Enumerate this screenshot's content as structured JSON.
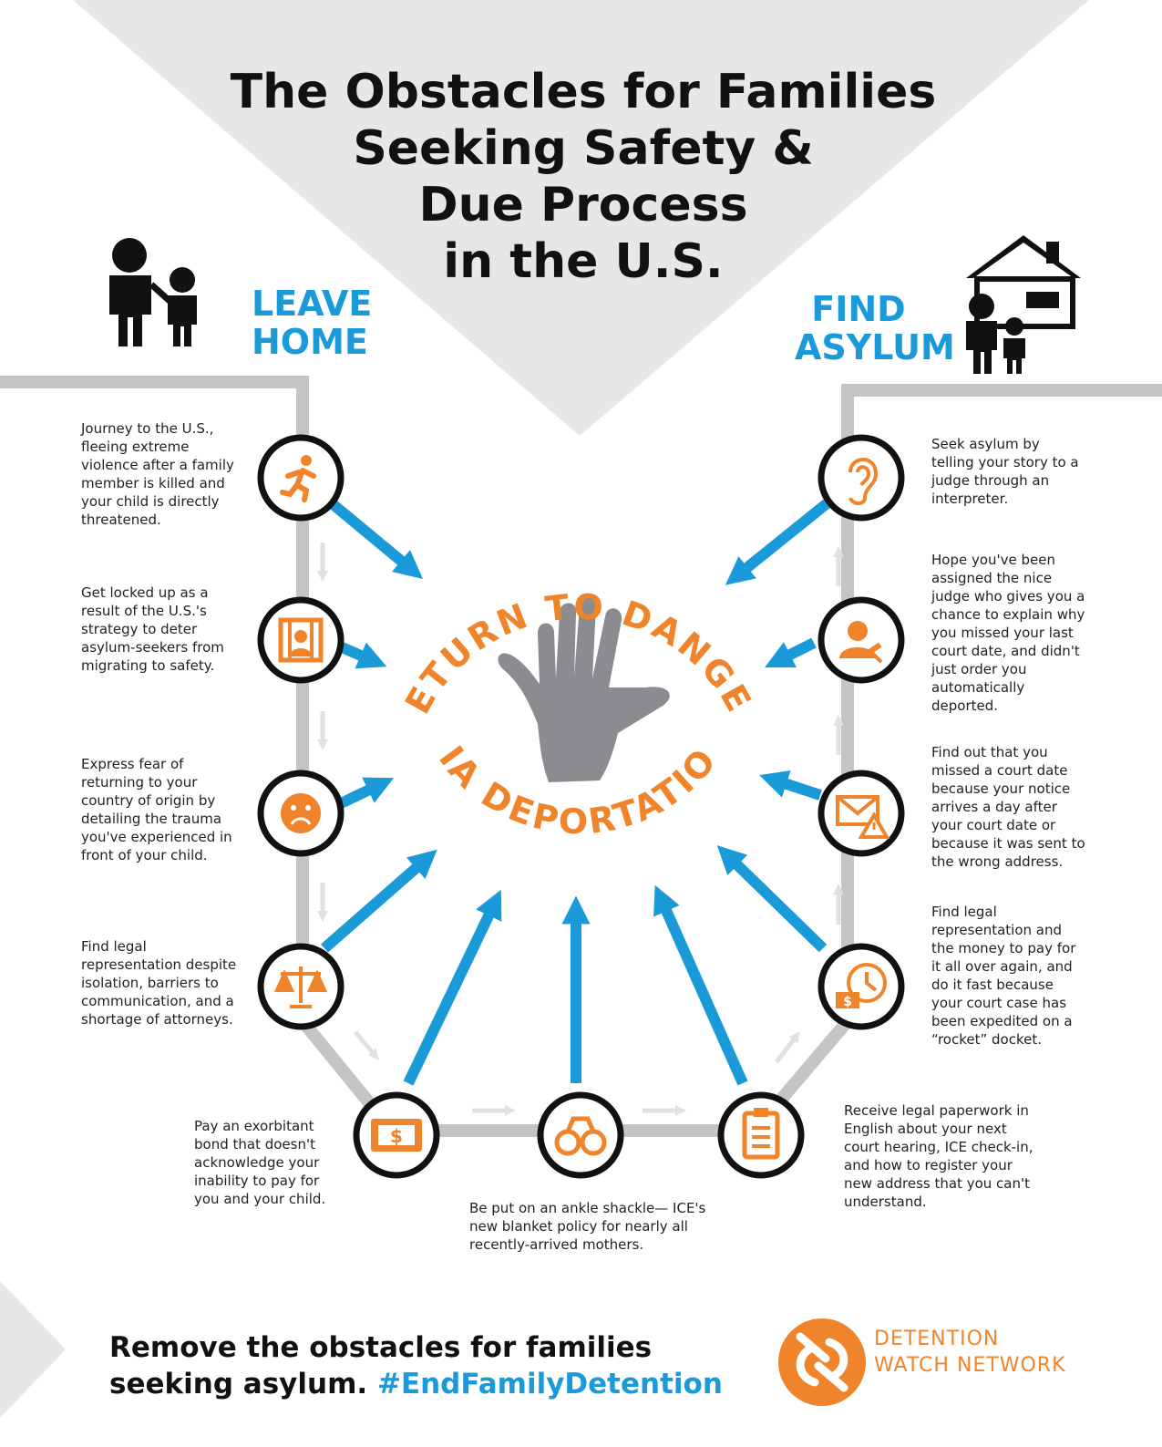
{
  "title_lines": [
    "The Obstacles for Families",
    "Seeking Safety &",
    "Due Process",
    "in the U.S."
  ],
  "leave_home": [
    "LEAVE",
    "HOME"
  ],
  "find_asylum": [
    "FIND",
    "ASYLUM"
  ],
  "center": {
    "top_text": "RETURN TO DANGER",
    "bottom_text": "VIA DEPORTATION"
  },
  "steps_left": [
    {
      "icon": "running-person-icon",
      "text": "Journey to the U.S., fleeing extreme violence after a family member is killed and your child is directly threatened."
    },
    {
      "icon": "jail-cell-icon",
      "text": "Get locked up as a result of the U.S.'s strategy to deter asylum-seekers from migrating to safety."
    },
    {
      "icon": "sad-face-icon",
      "text": "Express fear of returning to your country of origin by detailing the trauma you've experienced in front of your child."
    },
    {
      "icon": "scales-icon",
      "text": "Find legal representation despite isolation, barriers to communication, and a shortage of attorneys."
    }
  ],
  "steps_bottom": [
    {
      "icon": "money-bill-icon",
      "text": "Pay an exorbitant bond that doesn't acknowledge your inability to pay for you and your child."
    },
    {
      "icon": "handcuffs-icon",
      "text": "Be put on an ankle shackle— ICE's new blanket policy for nearly all recently-arrived mothers."
    },
    {
      "icon": "clipboard-icon",
      "text": "Receive legal paperwork in English about your next court hearing, ICE check-in, and how to register your new address that you can't understand."
    }
  ],
  "steps_right": [
    {
      "icon": "clock-money-icon",
      "text": "Find legal representation and the money to pay for it all over again, and do it fast because your court case has been expedited on a “rocket” docket."
    },
    {
      "icon": "envelope-warning-icon",
      "text": "Find out that you missed a court date because your notice arrives a day after your court date or because it was sent to the wrong address."
    },
    {
      "icon": "judge-icon",
      "text": "Hope you've been assigned the nice judge who gives you a chance to explain why you missed your last court date, and didn't just order you automatically deported."
    },
    {
      "icon": "ear-icon",
      "text": "Seek asylum by telling your story to a judge through an interpreter."
    }
  ],
  "cta_line1": "Remove the obstacles for families",
  "cta_line2": "seeking asylum.",
  "hashtag": "#EndFamilyDetention",
  "org_name": [
    "DETENTION",
    "WATCH NETWORK"
  ],
  "colors": {
    "accent_blue": "#1a9ad9",
    "accent_orange": "#f0842a",
    "path_gray": "#c4c5c7",
    "backdrop_gray": "#e6e7e8",
    "hand_gray": "#8a8c8f"
  }
}
